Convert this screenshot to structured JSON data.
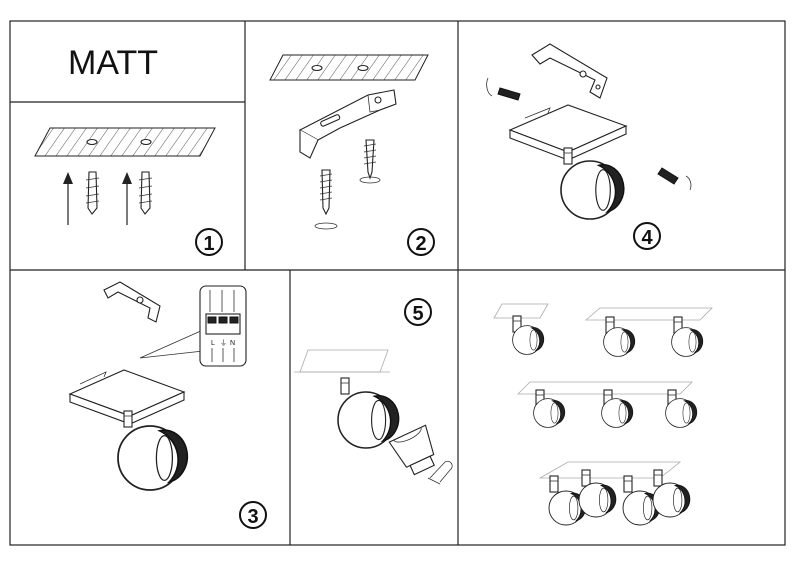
{
  "title": "MATT",
  "steps": {
    "one": "1",
    "two": "2",
    "three": "3",
    "four": "4",
    "five": "5"
  },
  "terminal_labels": [
    "L",
    "⏚",
    "N"
  ]
}
